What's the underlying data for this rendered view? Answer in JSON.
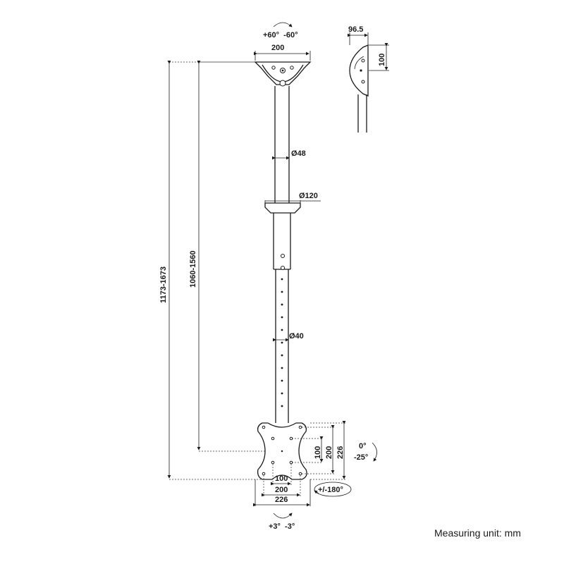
{
  "dimensions": {
    "ceiling_plate_width": "200",
    "rotation_top": "+60°  -60°",
    "side_depth": "96.5",
    "side_height": "100",
    "tube_upper_diameter": "Ø48",
    "collar_diameter": "Ø120",
    "tube_lower_diameter": "Ø40",
    "total_height": "1173-1673",
    "adjust_height": "1060-1560",
    "vesa_h_100": "100",
    "vesa_v_100": "100",
    "vesa_h_200": "200",
    "vesa_v_200": "200",
    "plate_width": "226",
    "plate_height": "226",
    "tilt": "0°\n-25°",
    "tilt_top": "0°",
    "tilt_bottom": "-25°",
    "swivel": "+/-180°",
    "roll": "+3°  -3°"
  },
  "footer": {
    "measuring_unit": "Measuring unit: mm"
  }
}
